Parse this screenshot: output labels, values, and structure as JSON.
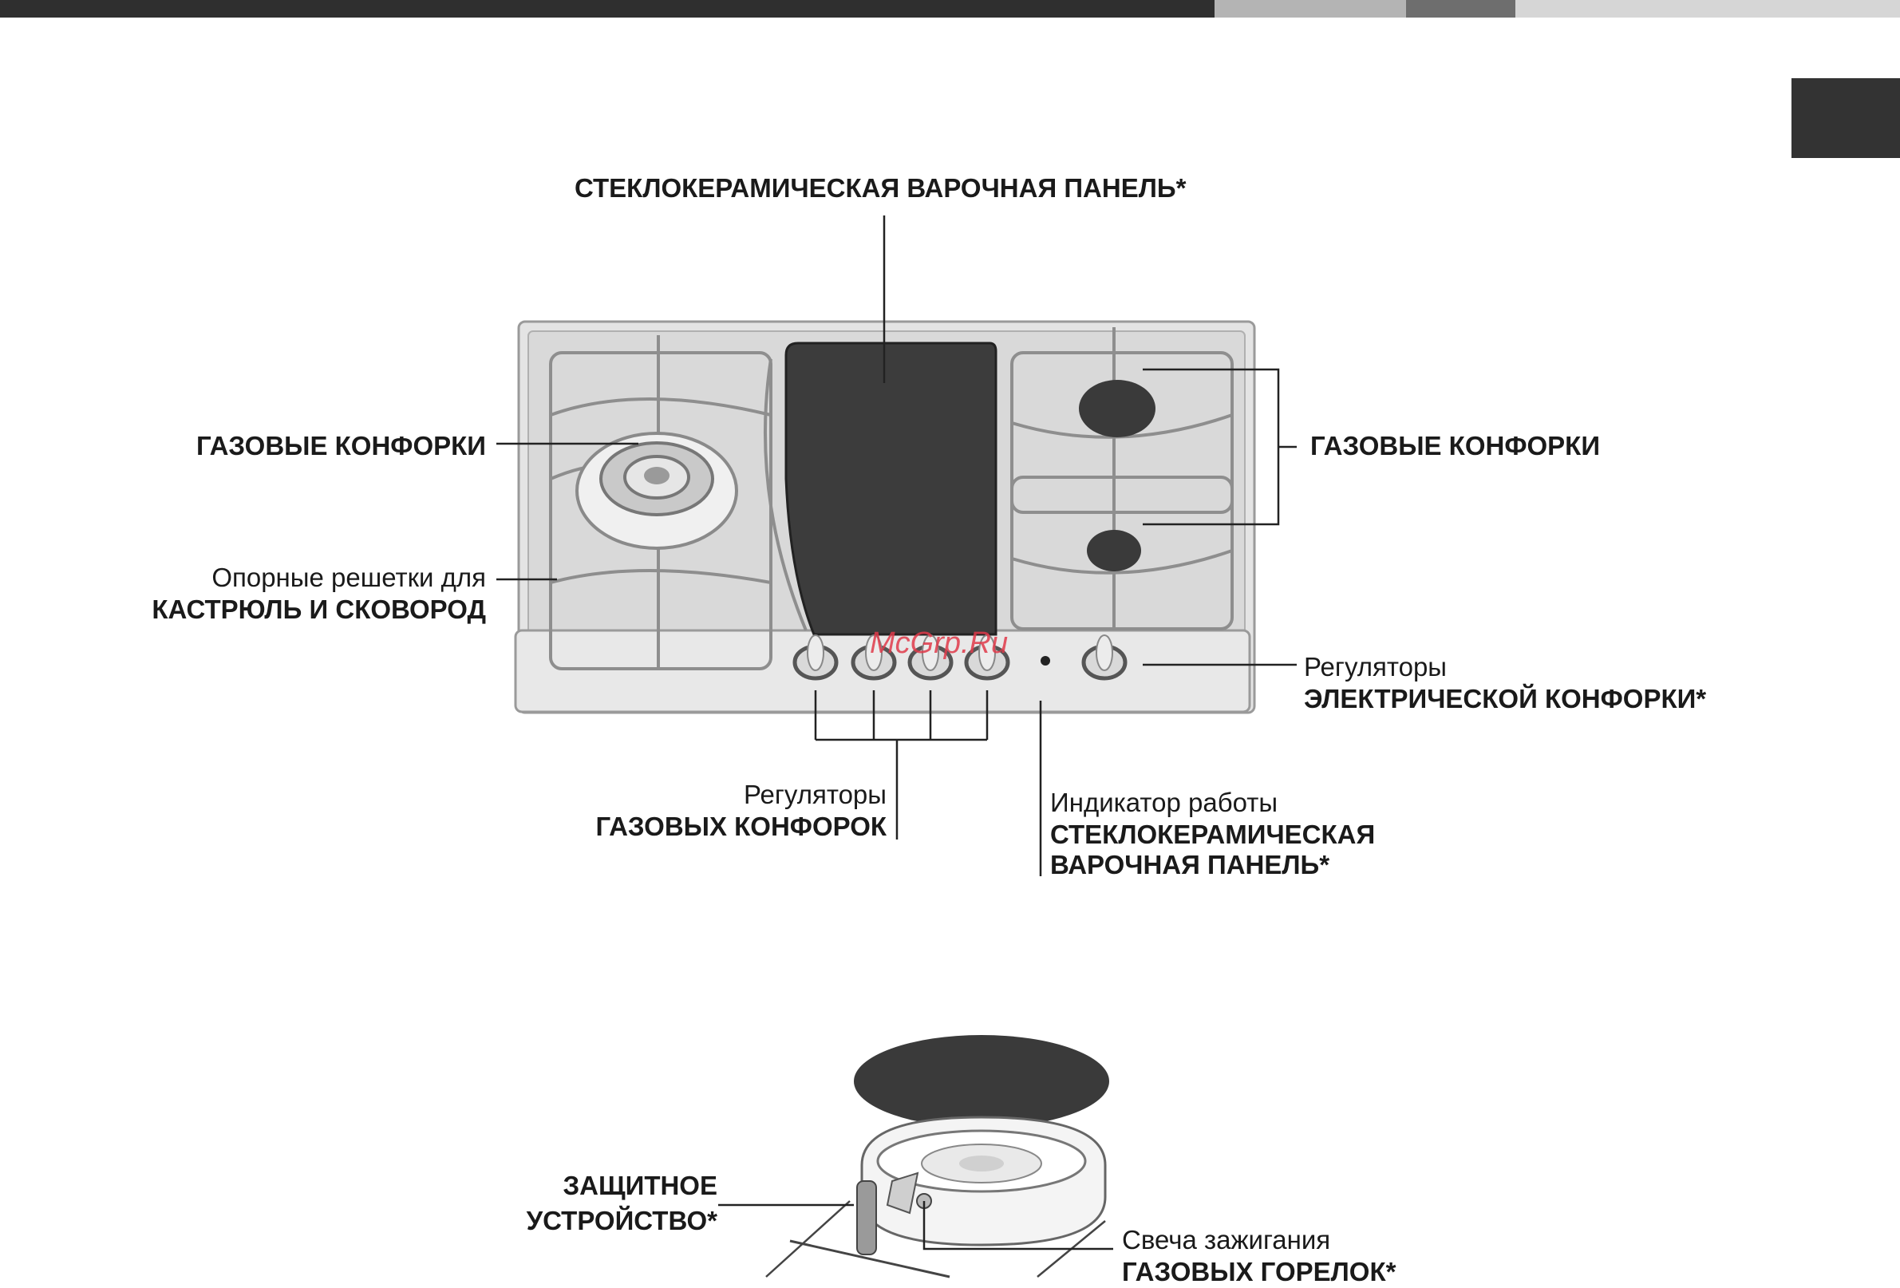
{
  "watermark": "McGrp.Ru",
  "labels": {
    "glass_panel_top": "СТЕКЛОКЕРАМИЧЕСКАЯ ВАРОЧНАЯ ПАНЕЛЬ*",
    "gas_burners_left": "ГАЗОВЫЕ КОНФОРКИ",
    "gas_burners_right": "ГАЗОВЫЕ КОНФОРКИ",
    "pan_supports_line1": "Опорные решетки для",
    "pan_supports_line2": "КАСТРЮЛЬ И СКОВОРОД",
    "electric_controls_line1": "Регуляторы",
    "electric_controls_line2": "ЭЛЕКТРИЧЕСКОЙ КОНФОРКИ*",
    "gas_controls_line1": "Регуляторы",
    "gas_controls_line2": "ГАЗОВЫХ КОНФОРОК",
    "indicator_line1": "Индикатор работы",
    "indicator_line2": "СТЕКЛОКЕРАМИЧЕСКАЯ",
    "indicator_line3": "ВАРОЧНАЯ ПАНЕЛЬ*",
    "safety_line1": "ЗАЩИТНОЕ",
    "safety_line2": "УСТРОЙСТВО*",
    "ignition_line1": "Свеча зажигания",
    "ignition_line2": "ГАЗОВЫХ ГОРЕЛОК*"
  },
  "colors": {
    "topbar_dark": "#2f2f2f",
    "topbar_mid": "#b4b4b4",
    "topbar_mid2": "#6e6e6e",
    "topbar_light": "#d6d6d6",
    "glass": "#3c3c3c",
    "steel": "#dedede"
  }
}
